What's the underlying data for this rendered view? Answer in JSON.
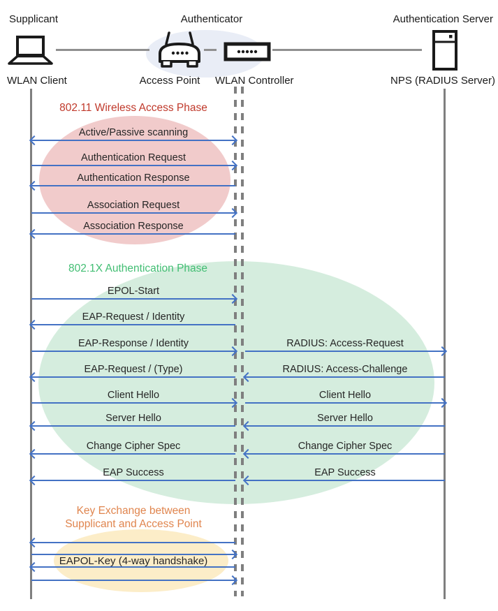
{
  "colors": {
    "arrow_blue": "#4472C4",
    "lifeline_gray": "#7F7F7F",
    "phase1_title": "#C0392B",
    "phase1_fill": "#F1CBCB",
    "phase2_title": "#42BE73",
    "phase2_fill": "#D5EDDE",
    "phase3_title": "#E0854E",
    "phase3_fill": "#FCEDC8",
    "authenticator_fill": "#E9EDF6"
  },
  "header": {
    "supplicant_role": "Supplicant",
    "authenticator_role": "Authenticator",
    "auth_server_role": "Authentication Server",
    "wlan_client": "WLAN Client",
    "access_point": "Access Point",
    "wlan_controller": "WLAN Controller",
    "nps": "NPS (RADIUS Server)"
  },
  "phases": {
    "wireless_access": {
      "title": "802.11 Wireless Access Phase",
      "messages": {
        "scanning": {
          "label": "Active/Passive scanning",
          "direction": "both",
          "from": "WLAN Client",
          "to": "WLAN Controller"
        },
        "auth_request": {
          "label": "Authentication Request",
          "direction": "right",
          "from": "WLAN Client",
          "to": "WLAN Controller"
        },
        "auth_response": {
          "label": "Authentication Response",
          "direction": "left",
          "from": "WLAN Controller",
          "to": "WLAN Client"
        },
        "assoc_request": {
          "label": "Association Request",
          "direction": "right",
          "from": "WLAN Client",
          "to": "WLAN Controller"
        },
        "assoc_response": {
          "label": "Association Response",
          "direction": "left",
          "from": "WLAN Controller",
          "to": "WLAN Client"
        }
      }
    },
    "dot1x_auth": {
      "title": "802.1X Authentication Phase",
      "messages": {
        "epol_start": {
          "label": "EPOL-Start",
          "direction": "right",
          "from": "WLAN Client",
          "to": "WLAN Controller"
        },
        "eap_request_identity": {
          "label": "EAP-Request / Identity",
          "direction": "left",
          "from": "WLAN Controller",
          "to": "WLAN Client"
        },
        "eap_response_identity": {
          "label": "EAP-Response / Identity",
          "direction": "right",
          "from": "WLAN Client",
          "to": "WLAN Controller"
        },
        "radius_access_request": {
          "label": "RADIUS: Access-Request",
          "direction": "right",
          "from": "WLAN Controller",
          "to": "NPS (RADIUS Server)"
        },
        "eap_request_type": {
          "label": "EAP-Request / (Type)",
          "direction": "left",
          "from": "WLAN Controller",
          "to": "WLAN Client"
        },
        "radius_access_challenge": {
          "label": "RADIUS: Access-Challenge",
          "direction": "left",
          "from": "NPS (RADIUS Server)",
          "to": "WLAN Controller"
        },
        "client_hello_left": {
          "label": "Client Hello",
          "direction": "right",
          "from": "WLAN Client",
          "to": "WLAN Controller"
        },
        "client_hello_right": {
          "label": "Client Hello",
          "direction": "right",
          "from": "WLAN Controller",
          "to": "NPS (RADIUS Server)"
        },
        "server_hello_left": {
          "label": "Server Hello",
          "direction": "left",
          "from": "WLAN Controller",
          "to": "WLAN Client"
        },
        "server_hello_right": {
          "label": "Server Hello",
          "direction": "left",
          "from": "NPS (RADIUS Server)",
          "to": "WLAN Controller"
        },
        "change_cipher_left": {
          "label": "Change Cipher Spec",
          "direction": "left",
          "from": "WLAN Controller",
          "to": "WLAN Client"
        },
        "change_cipher_right": {
          "label": "Change Cipher Spec",
          "direction": "left",
          "from": "NPS (RADIUS Server)",
          "to": "WLAN Controller"
        },
        "eap_success_left": {
          "label": "EAP Success",
          "direction": "left",
          "from": "WLAN Controller",
          "to": "WLAN Client"
        },
        "eap_success_right": {
          "label": "EAP Success",
          "direction": "left",
          "from": "NPS (RADIUS Server)",
          "to": "WLAN Controller"
        }
      }
    },
    "key_exchange": {
      "title_line1": "Key Exchange between",
      "title_line2": "Supplicant and Access Point",
      "handshake_label": "EAPOL-Key (4-way handshake)",
      "arrow_directions": [
        "left",
        "right",
        "left",
        "right"
      ]
    }
  }
}
